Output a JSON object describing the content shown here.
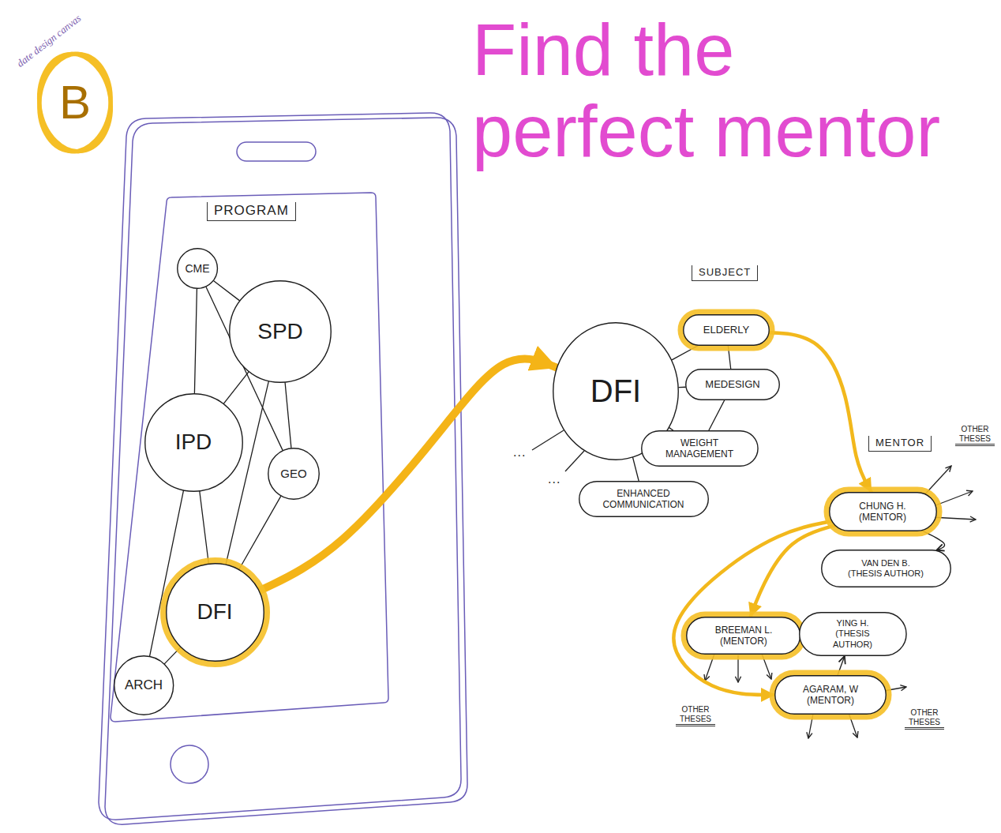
{
  "diagram": {
    "title": "Find the perfect mentor",
    "nodes": [
      {
        "text": [
          "B"
        ]
      },
      {
        "text": [
          "CME"
        ]
      },
      {
        "text": [
          "SPD"
        ]
      },
      {
        "text": [
          "IPD"
        ]
      },
      {
        "text": [
          "GEO"
        ]
      },
      {
        "text": [
          "DFI"
        ]
      },
      {
        "text": [
          "ARCH"
        ]
      },
      {
        "text": [
          "DFI"
        ]
      },
      {
        "text": [
          "ELDERLY"
        ]
      },
      {
        "text": [
          "MEDESIGN"
        ]
      },
      {
        "text": [
          "WEIGHT MANAGEMENT"
        ]
      },
      {
        "text": [
          "ENHANCED COMMUNICATION"
        ]
      },
      {
        "text": [
          "CHUNG H. (MENTOR)"
        ]
      },
      {
        "text": [
          "VAN DEN B. (THESIS AUTHOR)"
        ]
      },
      {
        "text": [
          "BREEMAN L. (MENTOR)"
        ]
      },
      {
        "text": [
          "YING H. (THESIS AUTHOR)"
        ]
      },
      {
        "text": [
          "AGARAM, W (MENTOR)"
        ]
      }
    ],
    "edges": [
      {
        "from": 1,
        "to": 2,
        "arrow": "none"
      },
      {
        "from": 1,
        "to": 3,
        "arrow": "none"
      },
      {
        "from": 1,
        "to": 4,
        "arrow": "none"
      },
      {
        "from": 2,
        "to": 3,
        "arrow": "none"
      },
      {
        "from": 2,
        "to": 4,
        "arrow": "none"
      },
      {
        "from": 2,
        "to": 5,
        "arrow": "none"
      },
      {
        "from": 3,
        "to": 5,
        "arrow": "none"
      },
      {
        "from": 4,
        "to": 5,
        "arrow": "none"
      },
      {
        "from": 3,
        "to": 6,
        "arrow": "none"
      },
      {
        "from": 6,
        "to": 5,
        "arrow": "none"
      },
      {
        "from": 5,
        "to": 7,
        "arrow": "to"
      },
      {
        "from": 7,
        "to": 8,
        "arrow": "none"
      },
      {
        "from": 7,
        "to": 9,
        "arrow": "none"
      },
      {
        "from": 7,
        "to": 10,
        "arrow": "none"
      },
      {
        "from": 7,
        "to": 11,
        "arrow": "none"
      },
      {
        "from": 8,
        "to": 9,
        "arrow": "none"
      },
      {
        "from": 9,
        "to": 10,
        "arrow": "none"
      },
      {
        "from": 8,
        "to": 12,
        "arrow": "to"
      },
      {
        "from": 12,
        "to": 13,
        "arrow": "to"
      },
      {
        "from": 12,
        "to": 14,
        "arrow": "to"
      },
      {
        "from": 12,
        "to": 16,
        "arrow": "to"
      },
      {
        "from": 16,
        "to": 15,
        "arrow": "to"
      }
    ],
    "labels": [
      "date design canvas",
      "PROGRAM",
      "SUBJECT",
      "MENTOR",
      "...",
      "...",
      "OTHER THESES",
      "OTHER THESES",
      "OTHER THESES"
    ]
  }
}
